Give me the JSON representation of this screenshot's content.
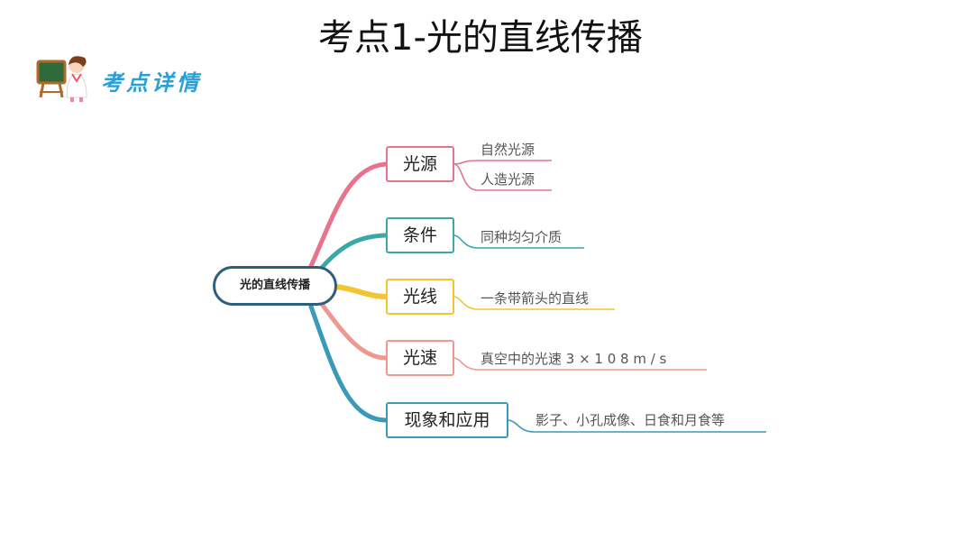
{
  "title": "考点1-光的直线传播",
  "badge": {
    "label": "考点详情",
    "icon": "teacher-at-blackboard-icon"
  },
  "mindmap": {
    "root": "光的直线传播",
    "branches": [
      {
        "label": "光源",
        "color": "#e8738d",
        "leaves": [
          "自然光源",
          "人造光源"
        ]
      },
      {
        "label": "条件",
        "color": "#3aa8a8",
        "leaves": [
          "同种均匀介质"
        ]
      },
      {
        "label": "光线",
        "color": "#f2c531",
        "leaves": [
          "一条带箭头的直线"
        ]
      },
      {
        "label": "光速",
        "color": "#ec9a8f",
        "leaves": [
          "真空中的光速 3 × 1 0 8  m /   s"
        ]
      },
      {
        "label": "现象和应用",
        "color": "#3a9ab8",
        "leaves": [
          "影子、小孔成像、日食和月食等"
        ]
      }
    ]
  }
}
